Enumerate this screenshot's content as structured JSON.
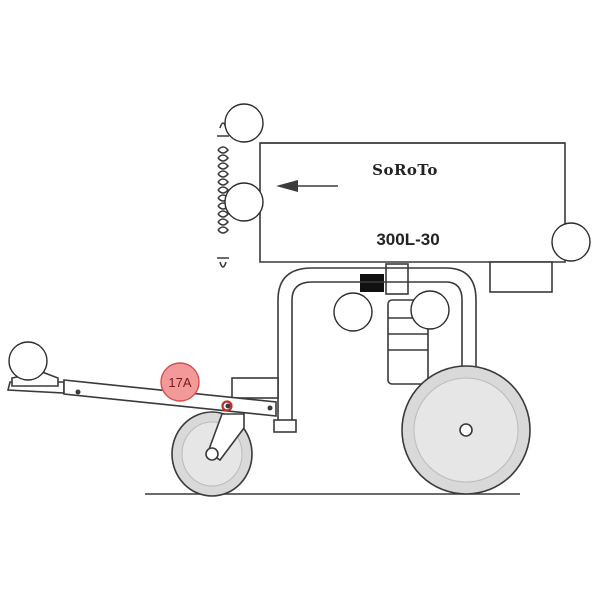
{
  "machine": {
    "brand": "SoRoTo",
    "model": "300L-30"
  },
  "callouts": {
    "highlighted": {
      "label": "17A",
      "fill": "#f29a9a",
      "stroke": "#d84d4d"
    }
  },
  "colors": {
    "line": "#3a3a3a",
    "marker_red": "#c0302b"
  },
  "icons": {
    "direction_arrow": "arrow-left-icon"
  }
}
